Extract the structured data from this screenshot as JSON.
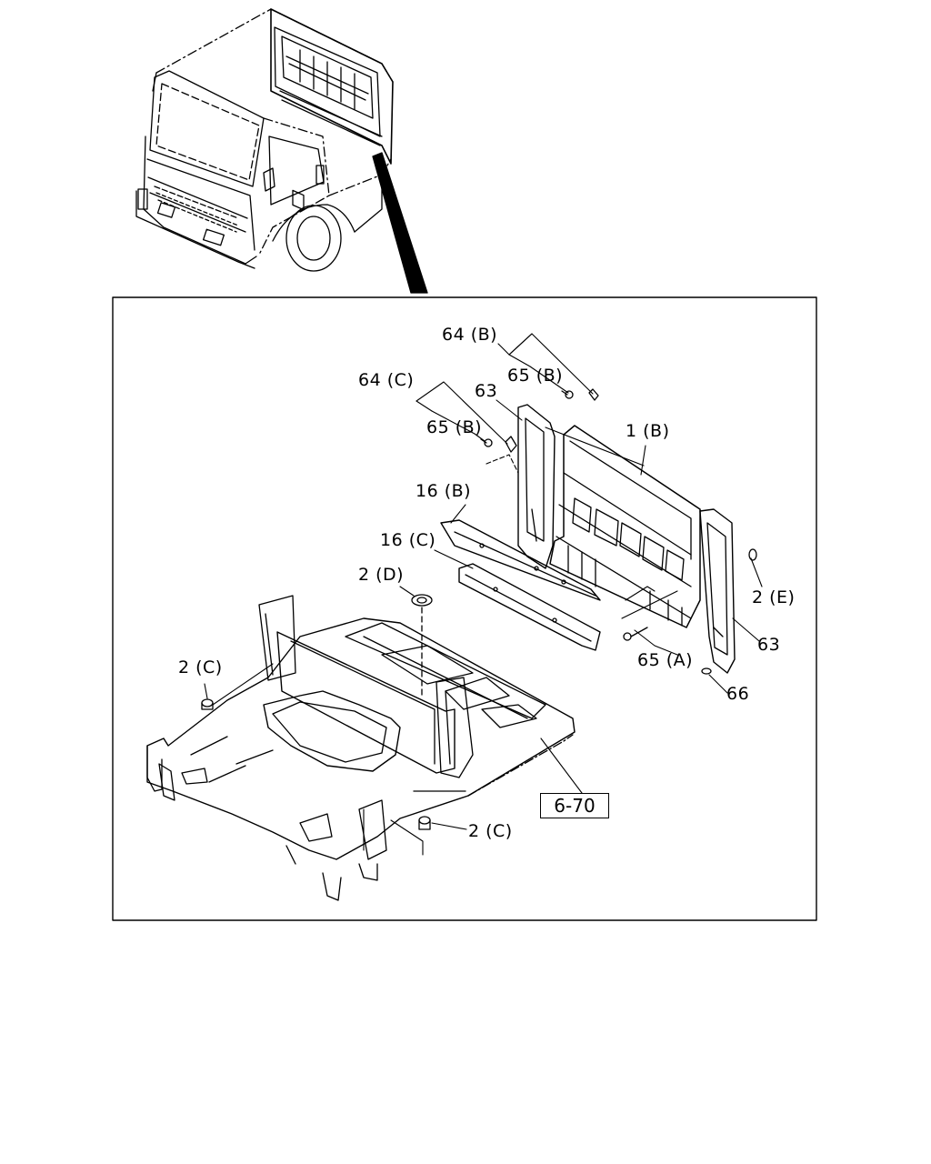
{
  "labels": {
    "l64b": "64 (B)",
    "l65b_top": "65 (B)",
    "l64c": "64 (C)",
    "l63_left": "63",
    "l65b_mid": "65 (B)",
    "l1b": "1 (B)",
    "l16b": "16 (B)",
    "l16c": "16 (C)",
    "l2d": "2 (D)",
    "l2e": "2 (E)",
    "l63_right": "63",
    "l65a": "65 (A)",
    "l66": "66",
    "l2c_left": "2 (C)",
    "l2c_bottom": "2 (C)"
  },
  "reference": "6-70"
}
